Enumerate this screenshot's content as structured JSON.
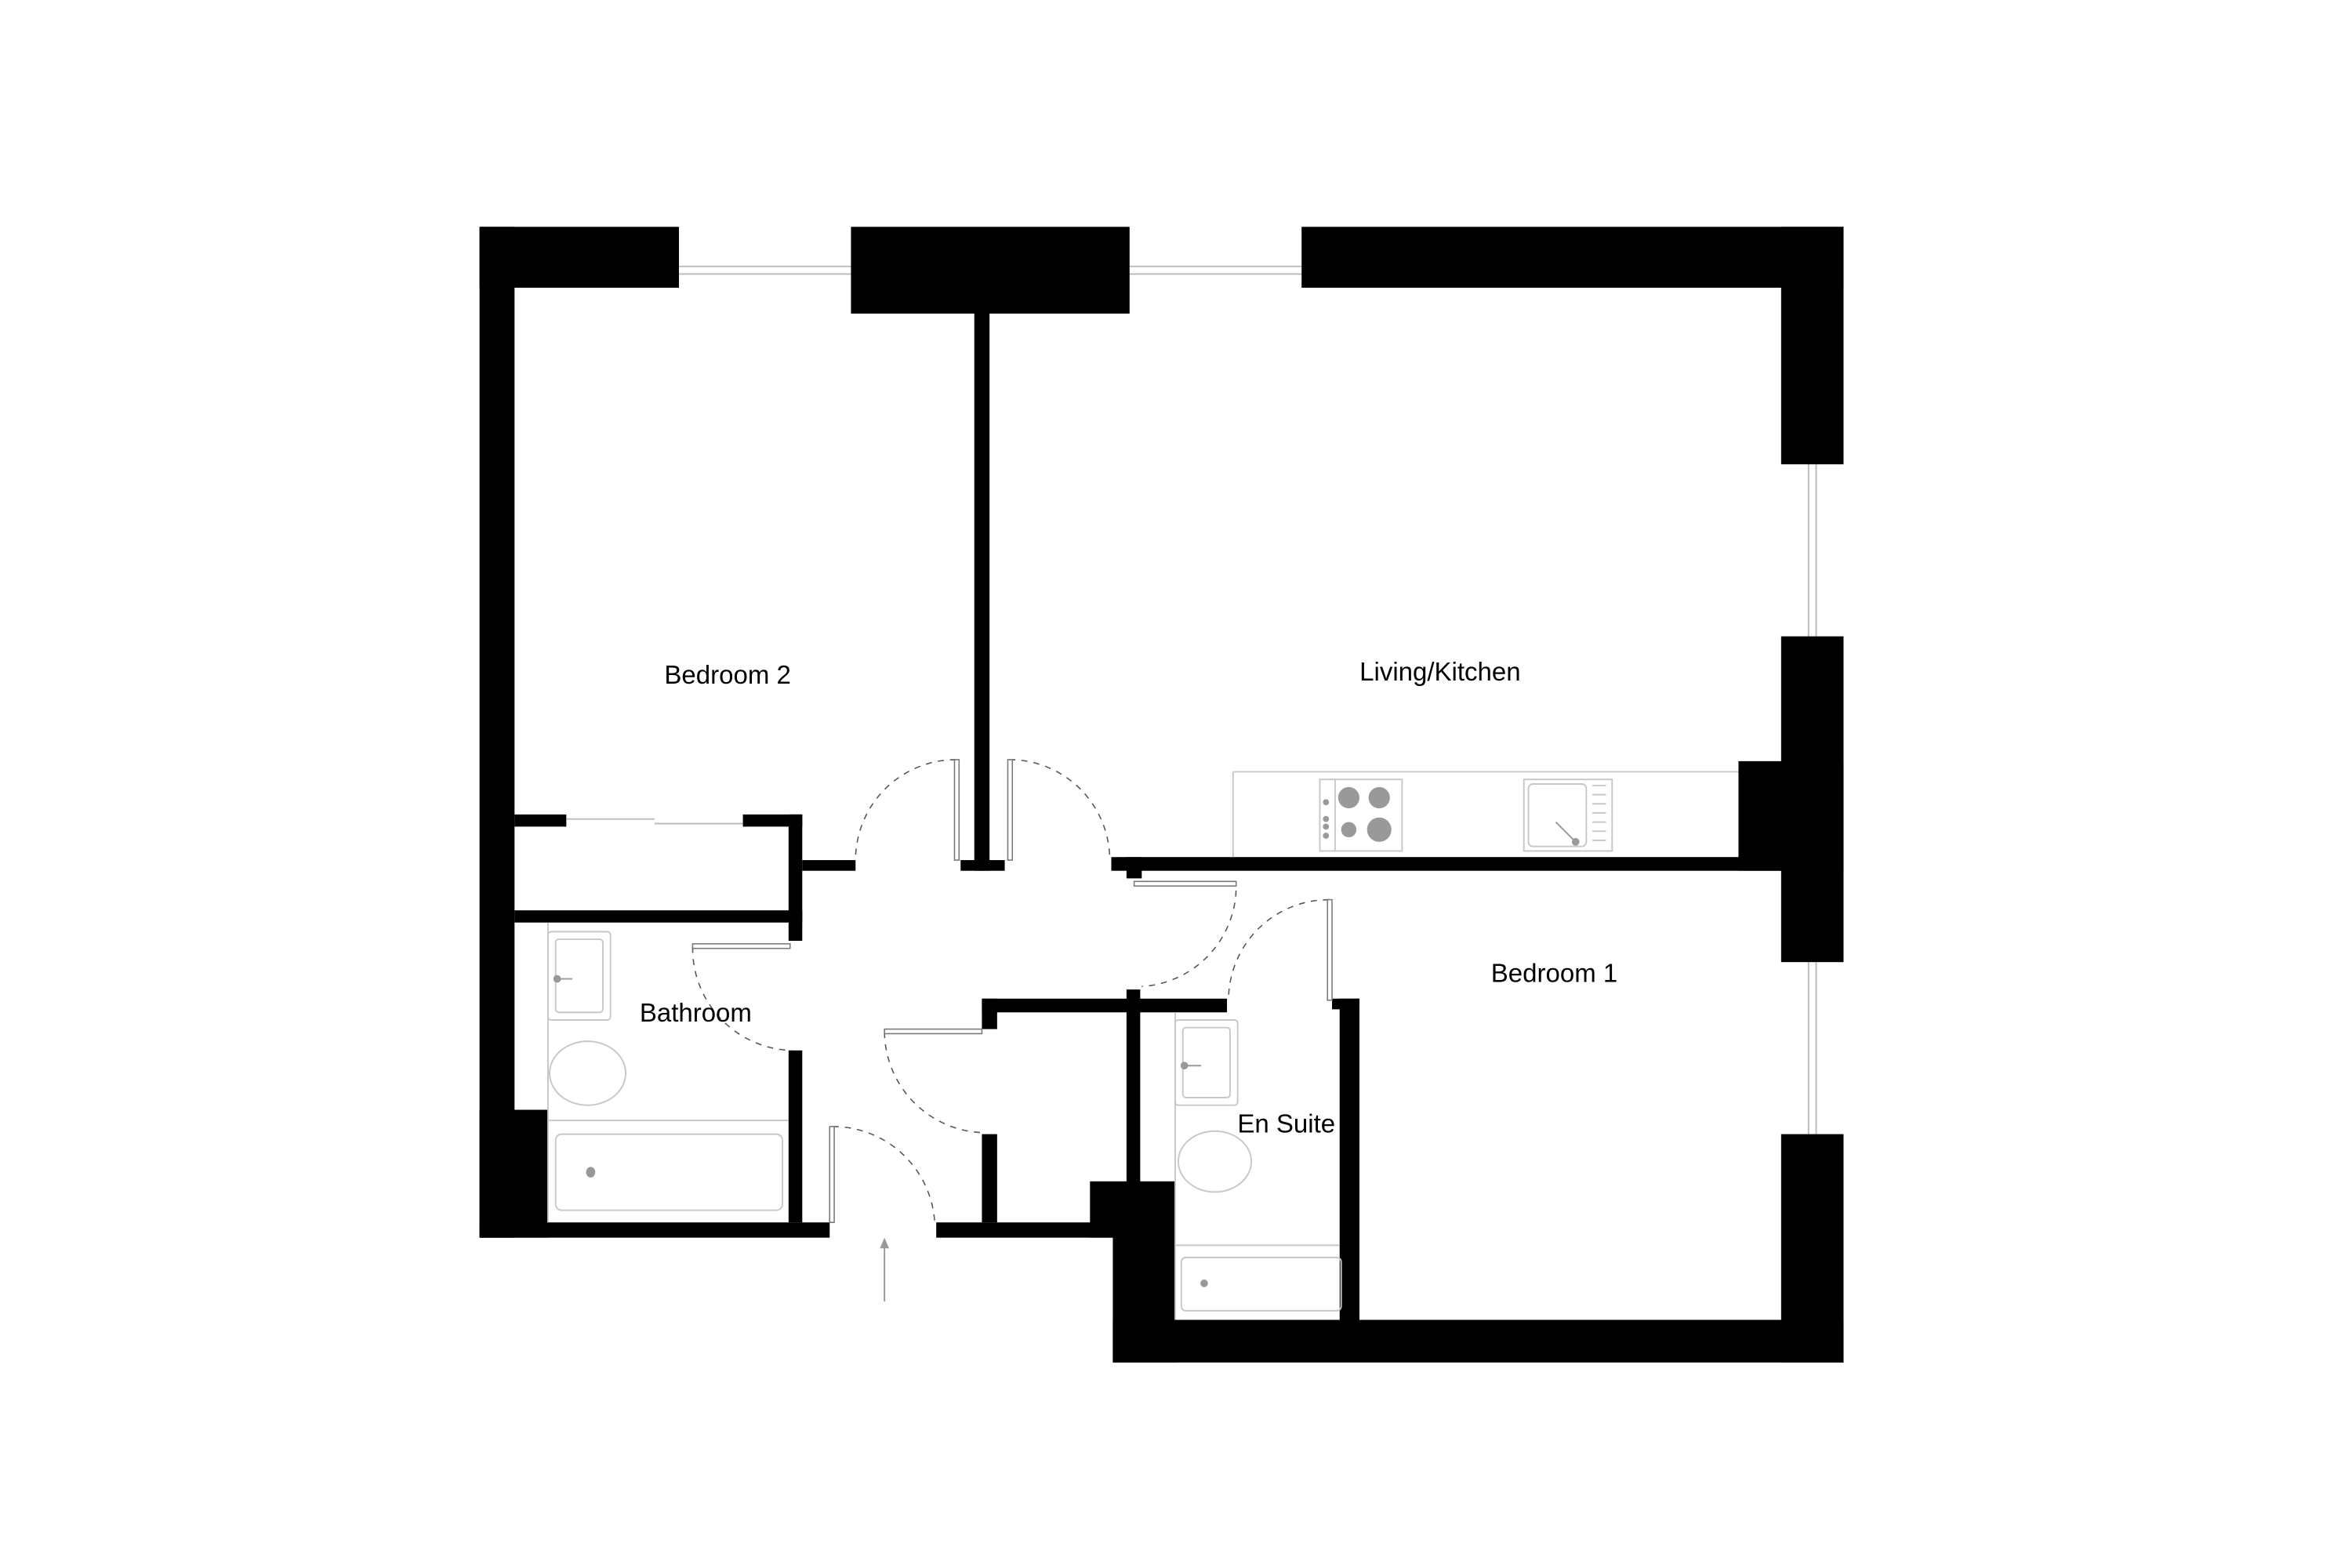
{
  "floorplan": {
    "rooms": [
      {
        "id": "bedroom-2",
        "label": "Bedroom 2"
      },
      {
        "id": "living-kitchen",
        "label": "Living/Kitchen"
      },
      {
        "id": "bathroom",
        "label": "Bathroom"
      },
      {
        "id": "bedroom-1",
        "label": "Bedroom 1"
      },
      {
        "id": "en-suite",
        "label": "En Suite"
      }
    ],
    "colors": {
      "wall": "#000000",
      "fixture": "#c8c8c8",
      "fixture_fill": "#999999"
    },
    "entrance_icon": "arrow-up-icon"
  }
}
